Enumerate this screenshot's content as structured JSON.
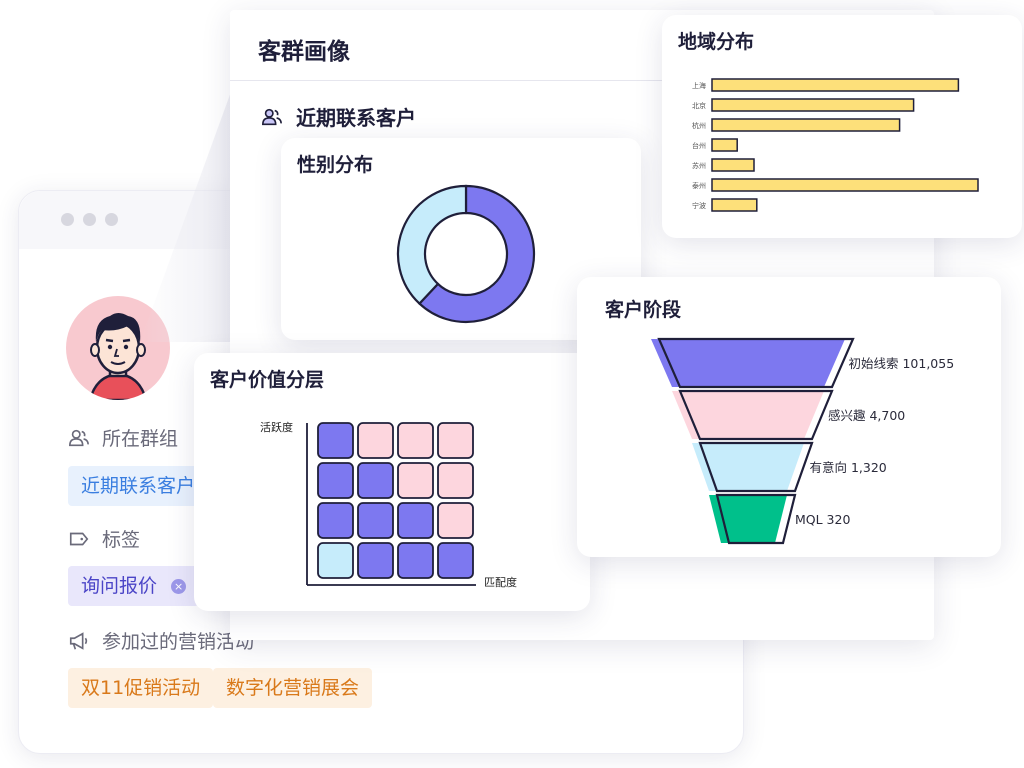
{
  "contact": {
    "groups_label": "所在群组",
    "group_tag": "近期联系客户",
    "tags_label": "标签",
    "tag": "询问报价",
    "tag_remove": "×",
    "campaigns_label": "参加过的营销活动",
    "campaigns": [
      "双11促销活动",
      "数字化营销展会"
    ]
  },
  "panel": {
    "title": "客群画像",
    "group_name": "近期联系客户"
  },
  "gender": {
    "title": "性别分布",
    "chart_data": {
      "type": "pie",
      "series": [
        {
          "share": 0.62,
          "color": "#7d78f0"
        },
        {
          "share": 0.38,
          "color": "#c6ecfb"
        }
      ]
    }
  },
  "region": {
    "title": "地域分布",
    "chart_data": {
      "type": "bar",
      "categories": [
        "上海",
        "北京",
        "杭州",
        "台州",
        "苏州",
        "泰州",
        "宁波"
      ],
      "values": [
        88,
        72,
        67,
        9,
        15,
        95,
        16
      ],
      "xlim": [
        0,
        100
      ],
      "color": "#fde07a"
    }
  },
  "value": {
    "title": "客户价值分层",
    "ylabel": "活跃度",
    "xlabel": "匹配度",
    "chart_data": {
      "type": "heatmap",
      "rows": [
        [
          "high",
          "low",
          "low",
          "low"
        ],
        [
          "high",
          "high",
          "low",
          "low"
        ],
        [
          "high",
          "high",
          "high",
          "low"
        ],
        [
          "cyan",
          "high",
          "high",
          "high"
        ]
      ],
      "colors": {
        "high": "#7d78f0",
        "low": "#fdd6de",
        "cyan": "#c6ecfb"
      }
    }
  },
  "stage": {
    "title": "客户阶段",
    "chart_data": {
      "type": "funnel",
      "stages": [
        {
          "name": "初始线索",
          "value": "101,055",
          "color": "#7d78f0"
        },
        {
          "name": "感兴趣",
          "value": "4,700",
          "color": "#fdd6de"
        },
        {
          "name": "有意向",
          "value": "1,320",
          "color": "#c6ecfb"
        },
        {
          "name": "MQL",
          "value": "320",
          "color": "#00c08b"
        }
      ]
    }
  }
}
